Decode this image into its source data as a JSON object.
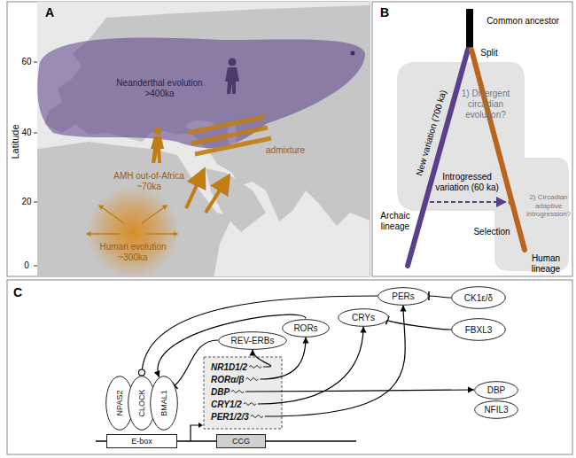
{
  "diagram": {
    "nodes": [
      {
        "text": [
          "PERs"
        ]
      },
      {
        "text": [
          "CRYs"
        ]
      },
      {
        "text": [
          "CK1ε/δ"
        ]
      },
      {
        "text": [
          "FBXL3"
        ]
      },
      {
        "text": [
          "RORs"
        ]
      },
      {
        "text": [
          "REV-ERBs"
        ]
      },
      {
        "text": [
          "DBP"
        ]
      },
      {
        "text": [
          "NFIL3"
        ]
      },
      {
        "text": [
          "NPAS2"
        ]
      },
      {
        "text": [
          "CLOCK"
        ]
      },
      {
        "text": [
          "BMAL1"
        ]
      },
      {
        "text": [
          "E-box"
        ]
      },
      {
        "text": [
          "CCG"
        ]
      },
      {
        "text": [
          "NR1D1/2"
        ]
      },
      {
        "text": [
          "RORα/β"
        ]
      },
      {
        "text": [
          "DBP"
        ]
      },
      {
        "text": [
          "CRY1/2"
        ]
      },
      {
        "text": [
          "PER1/2/3"
        ]
      }
    ],
    "edges": [
      {
        "from": 13,
        "to": 5,
        "arrow": "to"
      },
      {
        "from": 14,
        "to": 4,
        "arrow": "to"
      },
      {
        "from": 15,
        "to": 6,
        "arrow": "to"
      },
      {
        "from": 16,
        "to": 1,
        "arrow": "to"
      },
      {
        "from": 17,
        "to": 0,
        "arrow": "to"
      },
      {
        "from": 5,
        "to": 10,
        "arrow": "to"
      },
      {
        "from": 4,
        "to": 10,
        "arrow": "to"
      },
      {
        "from": 0,
        "to": 9,
        "arrow": "to"
      },
      {
        "from": 2,
        "to": 0,
        "arrow": "to"
      },
      {
        "from": 3,
        "to": 1,
        "arrow": "to"
      }
    ],
    "labels": [
      "A",
      "Latitude",
      "60",
      "40",
      "20",
      "0",
      "Neanderthal evolution >400ka",
      "AMH out-of-Africa ~70ka",
      "admixture",
      "Human evolution ~300ka",
      "B",
      "Common ancestor",
      "Split",
      "New variation (700 ka)",
      "1) Divergent circadian evolution?",
      "Introgressed variation (60 ka)",
      "Archaic lineage",
      "Selection",
      "2) Circadian adaptive introgression?",
      "Human lineage",
      "C"
    ]
  }
}
